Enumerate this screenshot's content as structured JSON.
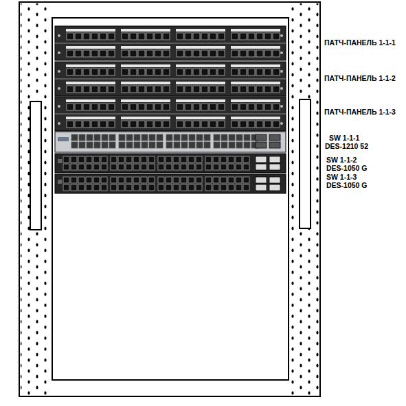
{
  "diagram": {
    "labels": [
      "ПАТЧ-ПАНЕЛЬ 1-1-1",
      "ПАТЧ-ПАНЕЛЬ 1-1-2",
      "ПАТЧ-ПАНЕЛЬ 1-1-3",
      "SW 1-1-1",
      "DES-1210 52",
      "SW 1-1-2",
      "DES-1050 G",
      "SW 1-1-3",
      "DES-1050 G"
    ]
  }
}
